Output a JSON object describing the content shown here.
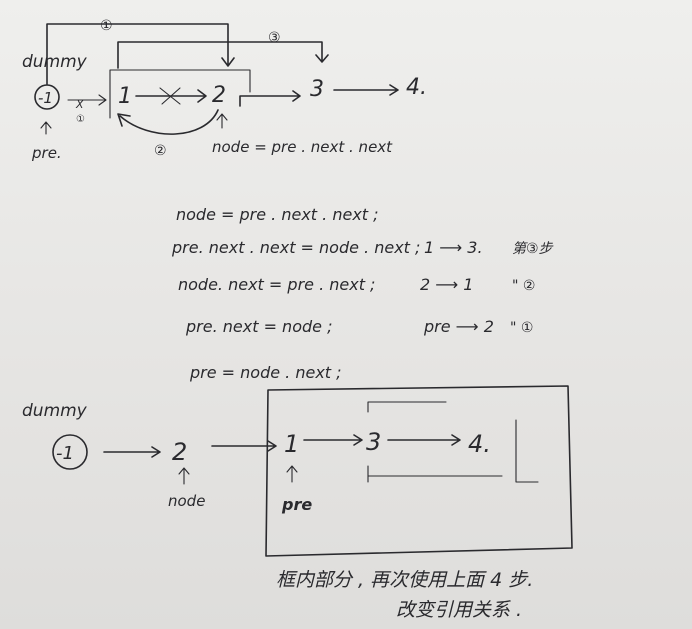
{
  "top": {
    "dummy_label": "dummy",
    "dummy_value": "-1",
    "node1": "1",
    "node2": "2",
    "node3": "3",
    "node4": "4.",
    "step1": "①",
    "step2": "②",
    "step3": "③",
    "cross_mark": "X",
    "small_mark": "①",
    "pre_label": "pre.",
    "node_def": "node = pre . next . next"
  },
  "code": {
    "line1": "node = pre . next . next ;",
    "line2": "pre. next . next = node . next ;",
    "line2_note": "1 ⟶ 3.",
    "line2_step": "第③步",
    "line3": "node. next = pre . next ;",
    "line3_note": "2 ⟶ 1",
    "line3_step": "\" ②",
    "line4": "pre. next = node ;",
    "line4_note": "pre ⟶ 2",
    "line4_step": "\" ①",
    "line5": "pre = node . next ;"
  },
  "bottom": {
    "dummy_label": "dummy",
    "dummy_value": "-1",
    "node2": "2",
    "node1": "1",
    "node3": "3",
    "node4": "4.",
    "node_label": "node",
    "pre_label": "pre",
    "note_line1": "框内部分 , 再次使用上面 4 步.",
    "note_line2": "改变引用关系 ."
  }
}
